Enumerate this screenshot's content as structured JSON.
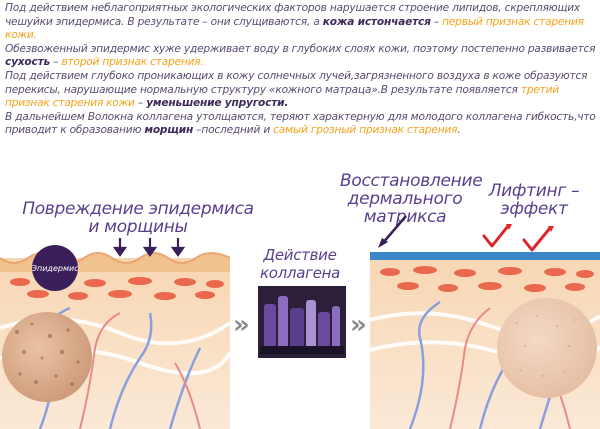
{
  "paragraphs": [
    [
      {
        "t": "Под действием неблагоприятных экологических факторов нарушается строение липидов, скрепляющих чешуйки эпидермиса. В результате – они слущиваются, а ",
        "s": ""
      },
      {
        "t": "кожа истончается",
        "s": "hl-bold"
      },
      {
        "t": " – ",
        "s": ""
      },
      {
        "t": "первый признак старения кожи.",
        "s": "hl-orange"
      }
    ],
    [
      {
        "t": "Обезвоженный эпидермис хуже удерживает воду в глубоких слоях кожи, поэтому постепенно развивается ",
        "s": ""
      },
      {
        "t": "сухость",
        "s": "hl-bold"
      },
      {
        "t": " – ",
        "s": ""
      },
      {
        "t": "второй признак старения.",
        "s": "hl-orange"
      }
    ],
    [
      {
        "t": "Под действием глубоко проникающих в кожу солнечных лучей,загрязненного воздуха в коже образуются перекисы, нарушающие нормальную структуру «кожного матраца».В результате появляется ",
        "s": ""
      },
      {
        "t": "третий признак старения кожи",
        "s": "hl-orange"
      },
      {
        "t": " – ",
        "s": ""
      },
      {
        "t": "уменьшение упругости.",
        "s": "hl-bold"
      }
    ],
    [
      {
        "t": "В дальнейшем Волокна коллагена утолщаются, теряют характерную для молодого коллагена гибкость,что приводит к образованию ",
        "s": ""
      },
      {
        "t": "морщин",
        "s": "hl-bold"
      },
      {
        "t": " –последний и ",
        "s": ""
      },
      {
        "t": "самый грозный признак старения",
        "s": "hl-orange"
      },
      {
        "t": ".",
        "s": ""
      }
    ]
  ],
  "captions": {
    "damage_line1": "Повреждение эпидермиса",
    "damage_line2": "и морщины",
    "epidermis_label": "Эпидермис",
    "collagen_line1": "Действие",
    "collagen_line2": "коллагена",
    "restore_line1": "Восстановление",
    "restore_line2": "дермального",
    "restore_line3": "матрикса",
    "lifting_line1": "Лифтинг –",
    "lifting_line2": "эффект"
  },
  "arrows": {
    "glyph": "»"
  },
  "colors": {
    "text": "#5a4a72",
    "highlight_orange": "#f5a21a",
    "caption_purple": "#5a3f8e",
    "epidermis_badge": "#3a1f5a",
    "check_red": "#e0242a"
  }
}
